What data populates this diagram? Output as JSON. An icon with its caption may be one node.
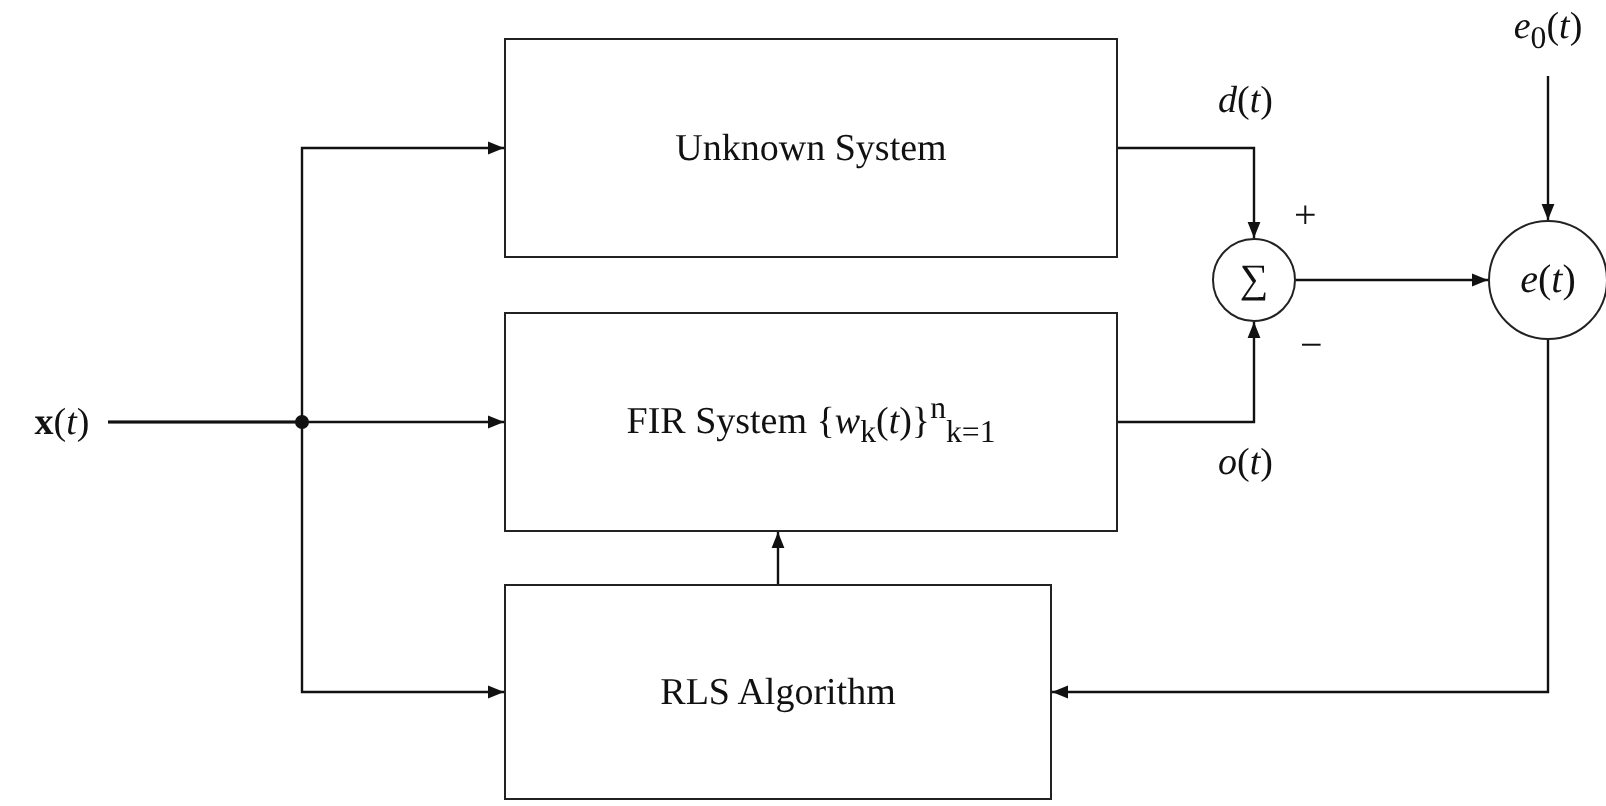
{
  "diagram": {
    "nodes": [
      {
        "text": [
          "**x**(*t*)"
        ]
      },
      {
        "text": [
          "Unknown System"
        ]
      },
      {
        "text": [
          "FIR System {*w*$_{k}$(*t*)}$^{n}$$_{k=1}$"
        ]
      },
      {
        "text": [
          "RLS Algorithm"
        ]
      },
      {
        "text": [
          "∑"
        ]
      },
      {
        "text": [
          "*e*(*t*)"
        ]
      },
      {
        "text": [
          "*e*$_{0}$(*t*)"
        ]
      }
    ],
    "edges": [
      {
        "from": 0,
        "to": 1,
        "arrow": "to"
      },
      {
        "from": 0,
        "to": 2,
        "arrow": "to"
      },
      {
        "from": 0,
        "to": 3,
        "arrow": "to"
      },
      {
        "from": 1,
        "to": 4,
        "arrow": "to",
        "label": "*d*(*t*)"
      },
      {
        "from": 2,
        "to": 4,
        "arrow": "to",
        "label": "*o*(*t*)"
      },
      {
        "from": 4,
        "to": 5,
        "arrow": "to"
      },
      {
        "from": 6,
        "to": 5,
        "arrow": "to"
      },
      {
        "from": 5,
        "to": 3,
        "arrow": "to"
      },
      {
        "from": 3,
        "to": 2,
        "arrow": "to"
      }
    ],
    "labels": [
      "+",
      "−"
    ]
  }
}
